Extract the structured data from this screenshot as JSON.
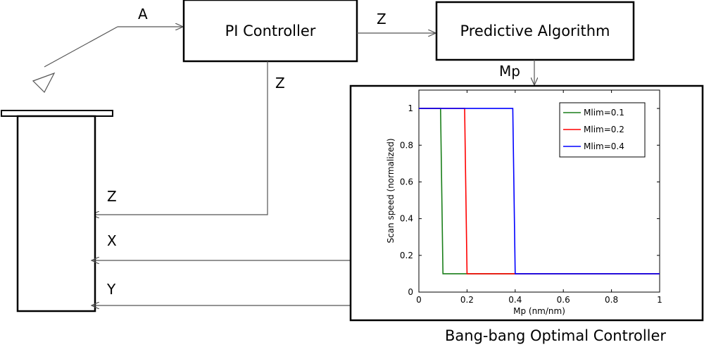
{
  "blocks": {
    "pi_controller": "PI Controller",
    "predictive_algorithm": "Predictive Algorithm",
    "optimal_controller_caption": "Bang-bang Optimal Controller"
  },
  "signals": {
    "a": "A",
    "z_top": "Z",
    "mp": "Mp",
    "z_down": "Z",
    "z_scanner": "Z",
    "x_scanner": "X",
    "y_scanner": "Y"
  },
  "chart_data": {
    "type": "line",
    "title": "",
    "xlabel": "Mp (nm/nm)",
    "ylabel": "Scan speed (normalized)",
    "xlim": [
      0,
      1
    ],
    "ylim": [
      0,
      1.1
    ],
    "x_ticks": [
      0,
      0.2,
      0.4,
      0.6,
      0.8,
      1
    ],
    "x_tick_labels": [
      "0",
      "0.2",
      "0.4",
      "0.6",
      "0.8",
      "1"
    ],
    "y_ticks": [
      0,
      0.2,
      0.4,
      0.6,
      0.8,
      1
    ],
    "y_tick_labels": [
      "0",
      "0.2",
      "0.4",
      "0.6",
      "0.8",
      "1"
    ],
    "grid": false,
    "legend_position": "top-right",
    "series": [
      {
        "name": "Mlim=0.1",
        "color": "#1a7f1a",
        "x": [
          0,
          0.09,
          0.1,
          1
        ],
        "y": [
          1,
          1,
          0.1,
          0.1
        ]
      },
      {
        "name": "Mlim=0.2",
        "color": "#ff0000",
        "x": [
          0,
          0.19,
          0.2,
          1
        ],
        "y": [
          1,
          1,
          0.1,
          0.1
        ]
      },
      {
        "name": "Mlim=0.4",
        "color": "#0000ff",
        "x": [
          0,
          0.39,
          0.4,
          1
        ],
        "y": [
          1,
          1,
          0.1,
          0.1
        ]
      }
    ]
  }
}
